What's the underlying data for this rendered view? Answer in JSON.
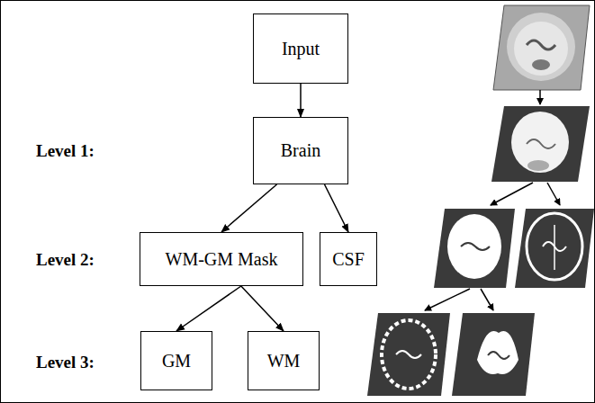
{
  "diagram": {
    "nodes": [
      {
        "text": [
          "Input"
        ]
      },
      {
        "text": [
          "Brain"
        ]
      },
      {
        "text": [
          "WM-GM Mask"
        ]
      },
      {
        "text": [
          "CSF"
        ]
      },
      {
        "text": [
          "GM"
        ]
      },
      {
        "text": [
          "WM"
        ]
      }
    ],
    "edges": [
      {
        "from": 0,
        "to": 1,
        "arrow": "to"
      },
      {
        "from": 1,
        "to": 2,
        "arrow": "to"
      },
      {
        "from": 1,
        "to": 3,
        "arrow": "to"
      },
      {
        "from": 2,
        "to": 4,
        "arrow": "to"
      },
      {
        "from": 2,
        "to": 5,
        "arrow": "to"
      }
    ],
    "labels": [
      "Level 1:",
      "Level 2:",
      "Level 3:"
    ]
  }
}
